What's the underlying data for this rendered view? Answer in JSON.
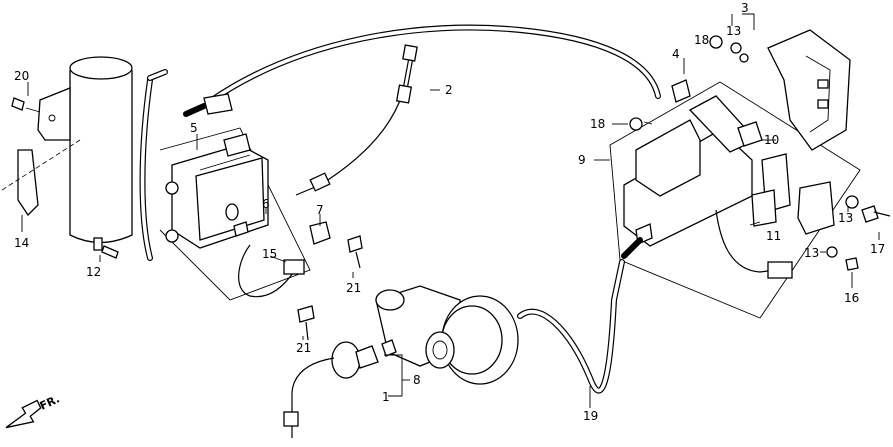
{
  "diagram": {
    "callouts": [
      {
        "id": "c1",
        "text": "1"
      },
      {
        "id": "c2",
        "text": "2"
      },
      {
        "id": "c3",
        "text": "3"
      },
      {
        "id": "c4",
        "text": "4"
      },
      {
        "id": "c5",
        "text": "5"
      },
      {
        "id": "c6",
        "text": "6"
      },
      {
        "id": "c7",
        "text": "7"
      },
      {
        "id": "c8",
        "text": "8"
      },
      {
        "id": "c9",
        "text": "9"
      },
      {
        "id": "c10",
        "text": "10"
      },
      {
        "id": "c11",
        "text": "11"
      },
      {
        "id": "c12",
        "text": "12"
      },
      {
        "id": "c13a",
        "text": "13"
      },
      {
        "id": "c13b",
        "text": "13"
      },
      {
        "id": "c13c",
        "text": "13"
      },
      {
        "id": "c14",
        "text": "14"
      },
      {
        "id": "c15",
        "text": "15"
      },
      {
        "id": "c16",
        "text": "16"
      },
      {
        "id": "c17",
        "text": "17"
      },
      {
        "id": "c18a",
        "text": "18"
      },
      {
        "id": "c18b",
        "text": "18"
      },
      {
        "id": "c19",
        "text": "19"
      },
      {
        "id": "c20",
        "text": "20"
      },
      {
        "id": "c21a",
        "text": "21"
      },
      {
        "id": "c21b",
        "text": "21"
      }
    ],
    "front_arrow_label": "FR."
  }
}
